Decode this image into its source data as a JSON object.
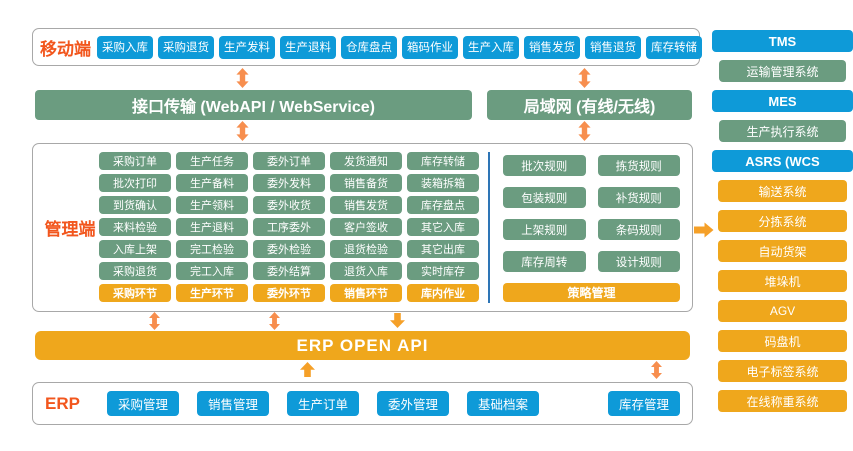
{
  "colors": {
    "blue": "#0e9ad8",
    "green": "#6b9c80",
    "golden": "#efa71c",
    "red_label": "#f2561d",
    "arrow_light": "#f78e4e",
    "arrow_solid": "#f5a028",
    "divider_blue": "#2e75b6",
    "border_grey": "#a8a8a8"
  },
  "icons": [
    "double-arrow-vertical",
    "arrow-down",
    "arrow-up",
    "arrow-right"
  ],
  "mobile": {
    "label": "移动端",
    "buttons": [
      "采购入库",
      "采购退货",
      "生产发料",
      "生产退料",
      "仓库盘点",
      "箱码作业",
      "生产入库",
      "销售发货",
      "销售退货",
      "库存转储"
    ]
  },
  "transport": {
    "webapi": "接口传输 (WebAPI / WebService)",
    "lan": "局域网 (有线/无线)"
  },
  "management": {
    "label": "管理端",
    "columns": [
      {
        "items": [
          "采购订单",
          "批次打印",
          "到货确认",
          "来料检验",
          "入库上架",
          "采购退货"
        ],
        "footer": "采购环节"
      },
      {
        "items": [
          "生产任务",
          "生产备料",
          "生产领料",
          "生产退料",
          "完工检验",
          "完工入库"
        ],
        "footer": "生产环节"
      },
      {
        "items": [
          "委外订单",
          "委外发料",
          "委外收货",
          "工序委外",
          "委外检验",
          "委外结算"
        ],
        "footer": "委外环节"
      },
      {
        "items": [
          "发货通知",
          "销售备货",
          "销售发货",
          "客户签收",
          "退货检验",
          "退货入库"
        ],
        "footer": "销售环节"
      },
      {
        "items": [
          "库存转储",
          "装箱拆箱",
          "库存盘点",
          "其它入库",
          "其它出库",
          "实时库存"
        ],
        "footer": "库内作业"
      }
    ],
    "rules": {
      "items": [
        "批次规则",
        "拣货规则",
        "包装规则",
        "补货规则",
        "上架规则",
        "条码规则",
        "库存周转",
        "设计规则"
      ],
      "footer": "策略管理"
    }
  },
  "erp_api": {
    "label": "ERP OPEN API"
  },
  "erp": {
    "label": "ERP",
    "buttons": [
      "采购管理",
      "销售管理",
      "生产订单",
      "委外管理",
      "基础档案",
      "库存管理"
    ]
  },
  "right_panel": {
    "items": [
      {
        "label": "TMS",
        "type": "blue"
      },
      {
        "label": "运输管理系统",
        "type": "green"
      },
      {
        "label": "MES",
        "type": "blue"
      },
      {
        "label": "生产执行系统",
        "type": "green"
      },
      {
        "label": "ASRS (WCS",
        "type": "blue"
      },
      {
        "label": "输送系统",
        "type": "orange"
      },
      {
        "label": "分拣系统",
        "type": "orange"
      },
      {
        "label": "自动货架",
        "type": "orange"
      },
      {
        "label": "堆垛机",
        "type": "orange"
      },
      {
        "label": "AGV",
        "type": "orange"
      },
      {
        "label": "码盘机",
        "type": "orange"
      },
      {
        "label": "电子标签系统",
        "type": "orange"
      },
      {
        "label": "在线称重系统",
        "type": "orange"
      }
    ]
  }
}
